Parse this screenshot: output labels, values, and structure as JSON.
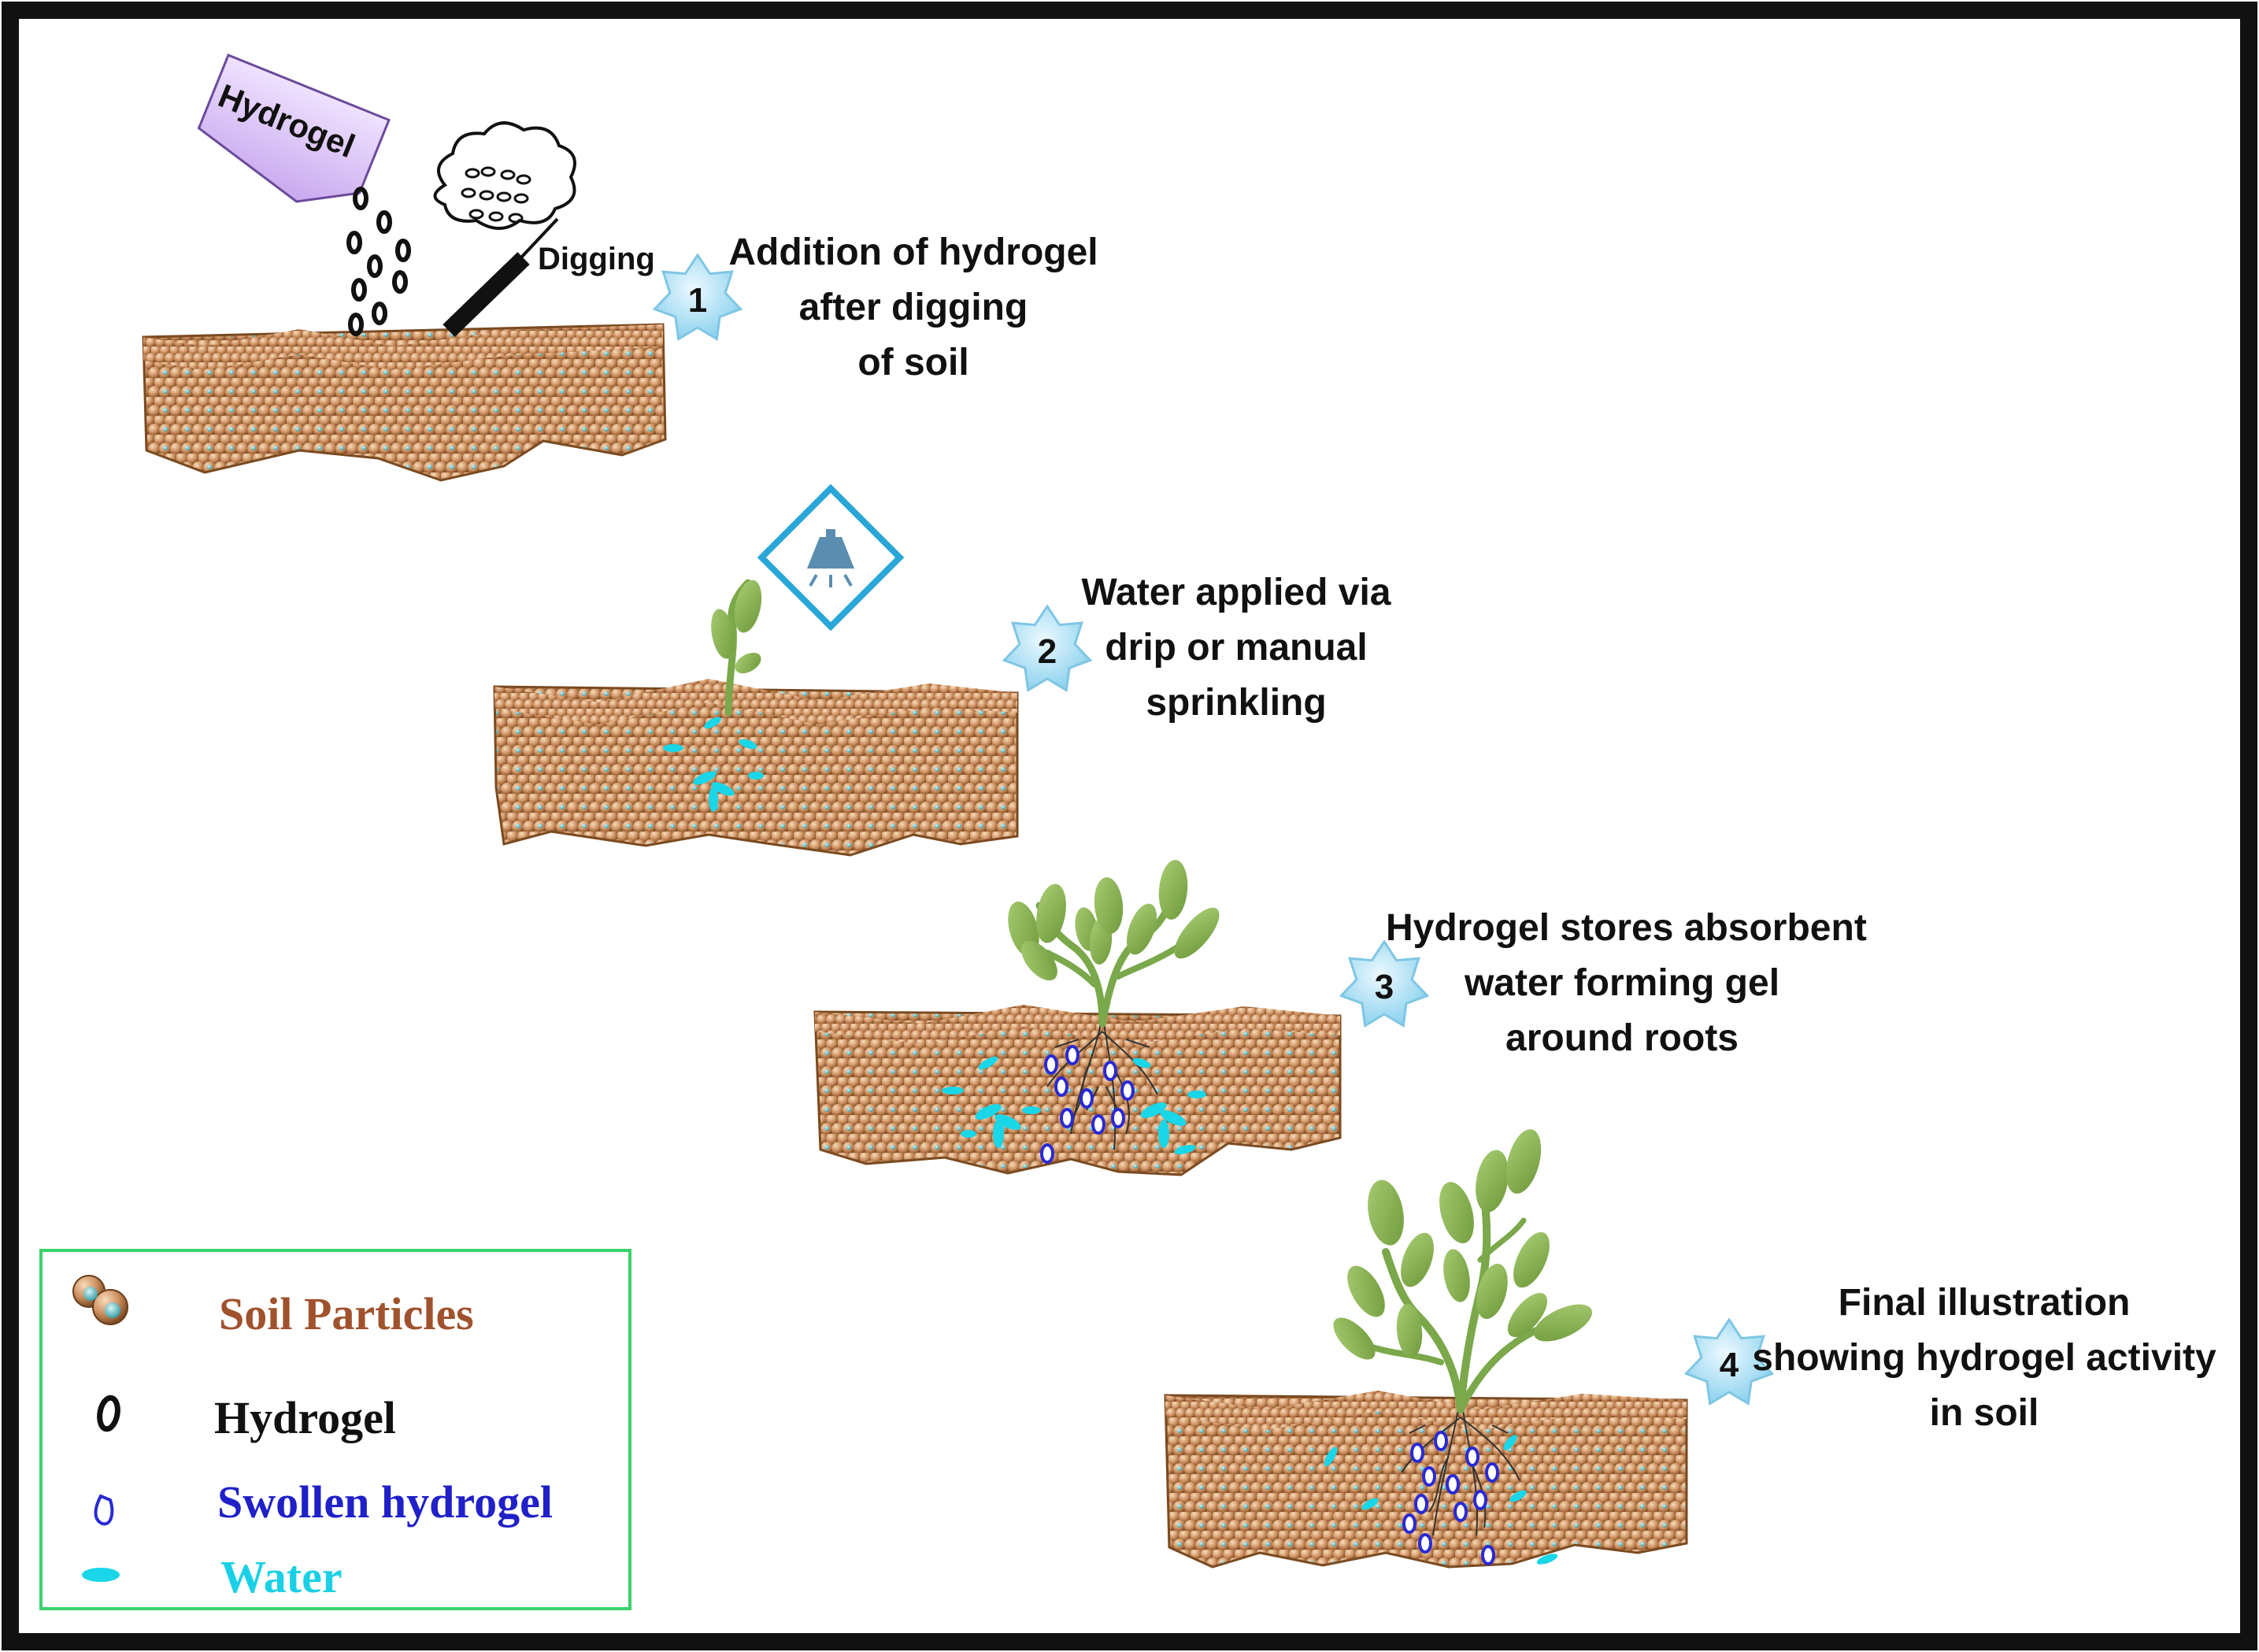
{
  "hydrogel_tag": "Hydrogel",
  "digging_label": "Digging",
  "steps": [
    {
      "number": "1",
      "lines": [
        "Addition of hydrogel",
        "after digging",
        "of soil"
      ]
    },
    {
      "number": "2",
      "lines": [
        "Water applied via",
        "drip or manual",
        "sprinkling"
      ]
    },
    {
      "number": "3",
      "lines": [
        "Hydrogel stores absorbent",
        "water forming gel",
        "around roots"
      ]
    },
    {
      "number": "4",
      "lines": [
        "Final illustration",
        "showing hydrogel activity",
        "in soil"
      ]
    }
  ],
  "legend": {
    "soil": "Soil Particles",
    "hydrogel": "Hydrogel",
    "swollen": "Swollen hydrogel",
    "water": "Water"
  },
  "colors": {
    "soil": "#c88a55",
    "soil_dark": "#8b5a2b",
    "water": "#19d6e8",
    "swollen": "#2a2ad4",
    "leaf": "#8db35a",
    "stem": "#7aa84a",
    "star": "#bfe8f5",
    "tag": "#dcc5f5",
    "legend_border": "#3ad36a",
    "legend_soil_text": "#a0522d",
    "legend_swollen_text": "#2020c8",
    "legend_water_text": "#1ad0e6"
  }
}
